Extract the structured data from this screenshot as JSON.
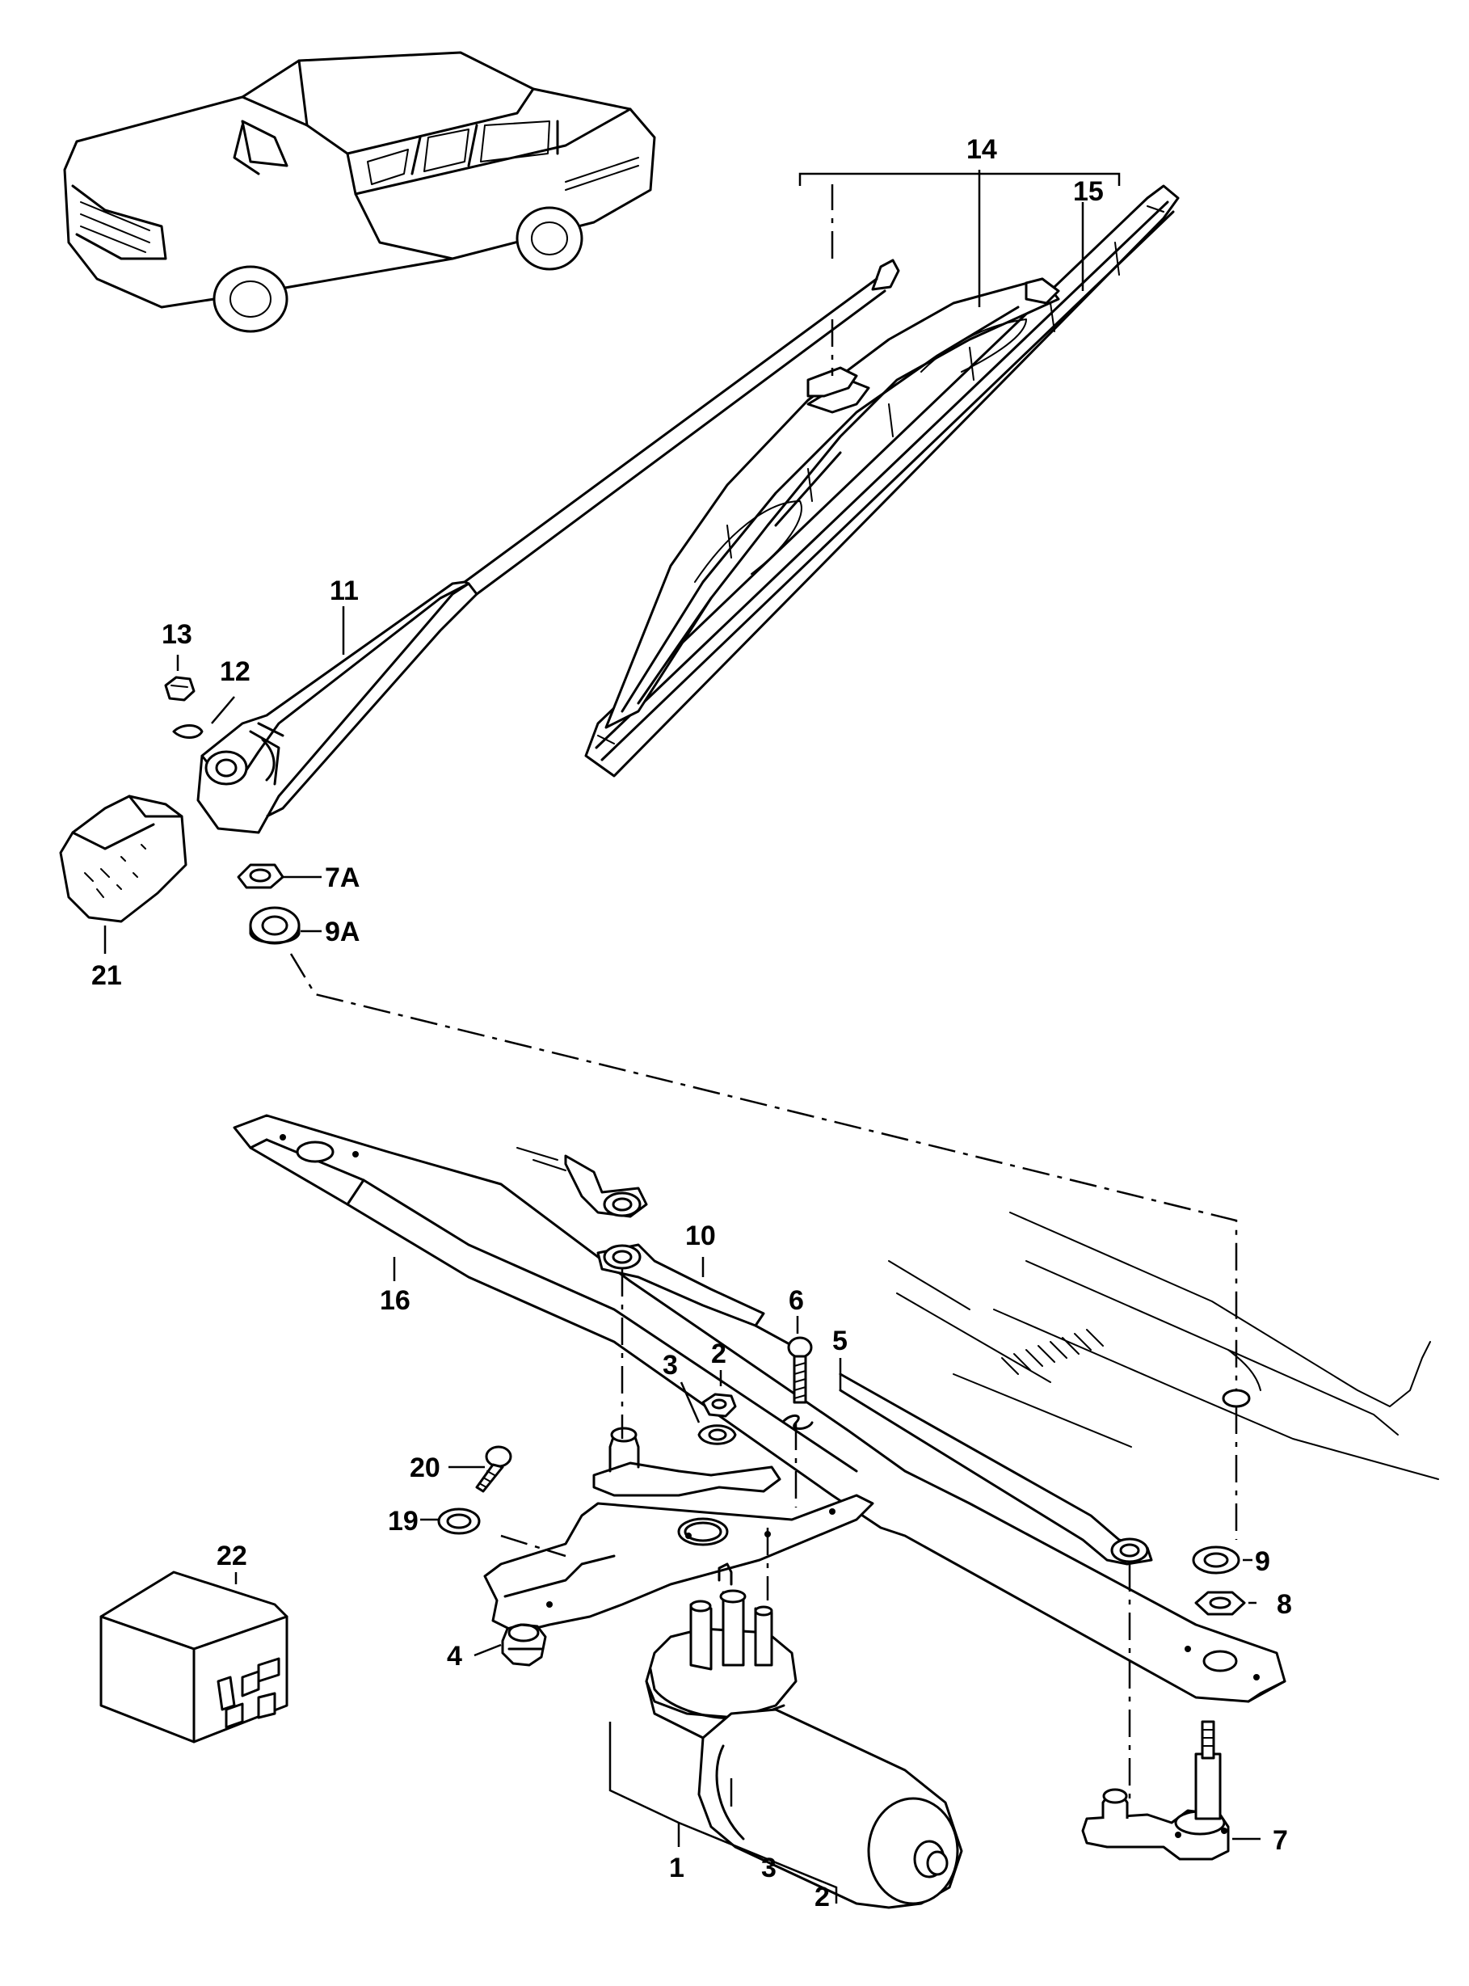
{
  "labels": {
    "p1": "1",
    "p2": "2",
    "p2b": "2",
    "p3": "3",
    "p3b": "3",
    "p4": "4",
    "p5": "5",
    "p6": "6",
    "p7": "7",
    "p7a": "7A",
    "p8": "8",
    "p9": "9",
    "p9a": "9A",
    "p10": "10",
    "p11": "11",
    "p12": "12",
    "p13": "13",
    "p14": "14",
    "p15": "15",
    "p16": "16",
    "p19": "19",
    "p20": "20",
    "p21": "21",
    "p22": "22"
  },
  "colors": {
    "line": "#000000",
    "background": "#ffffff"
  },
  "icons": [
    "car-icon",
    "wiper-arm-icon",
    "wiper-blade-icon",
    "wiper-motor-icon",
    "relay-icon",
    "linkage-frame-icon"
  ]
}
